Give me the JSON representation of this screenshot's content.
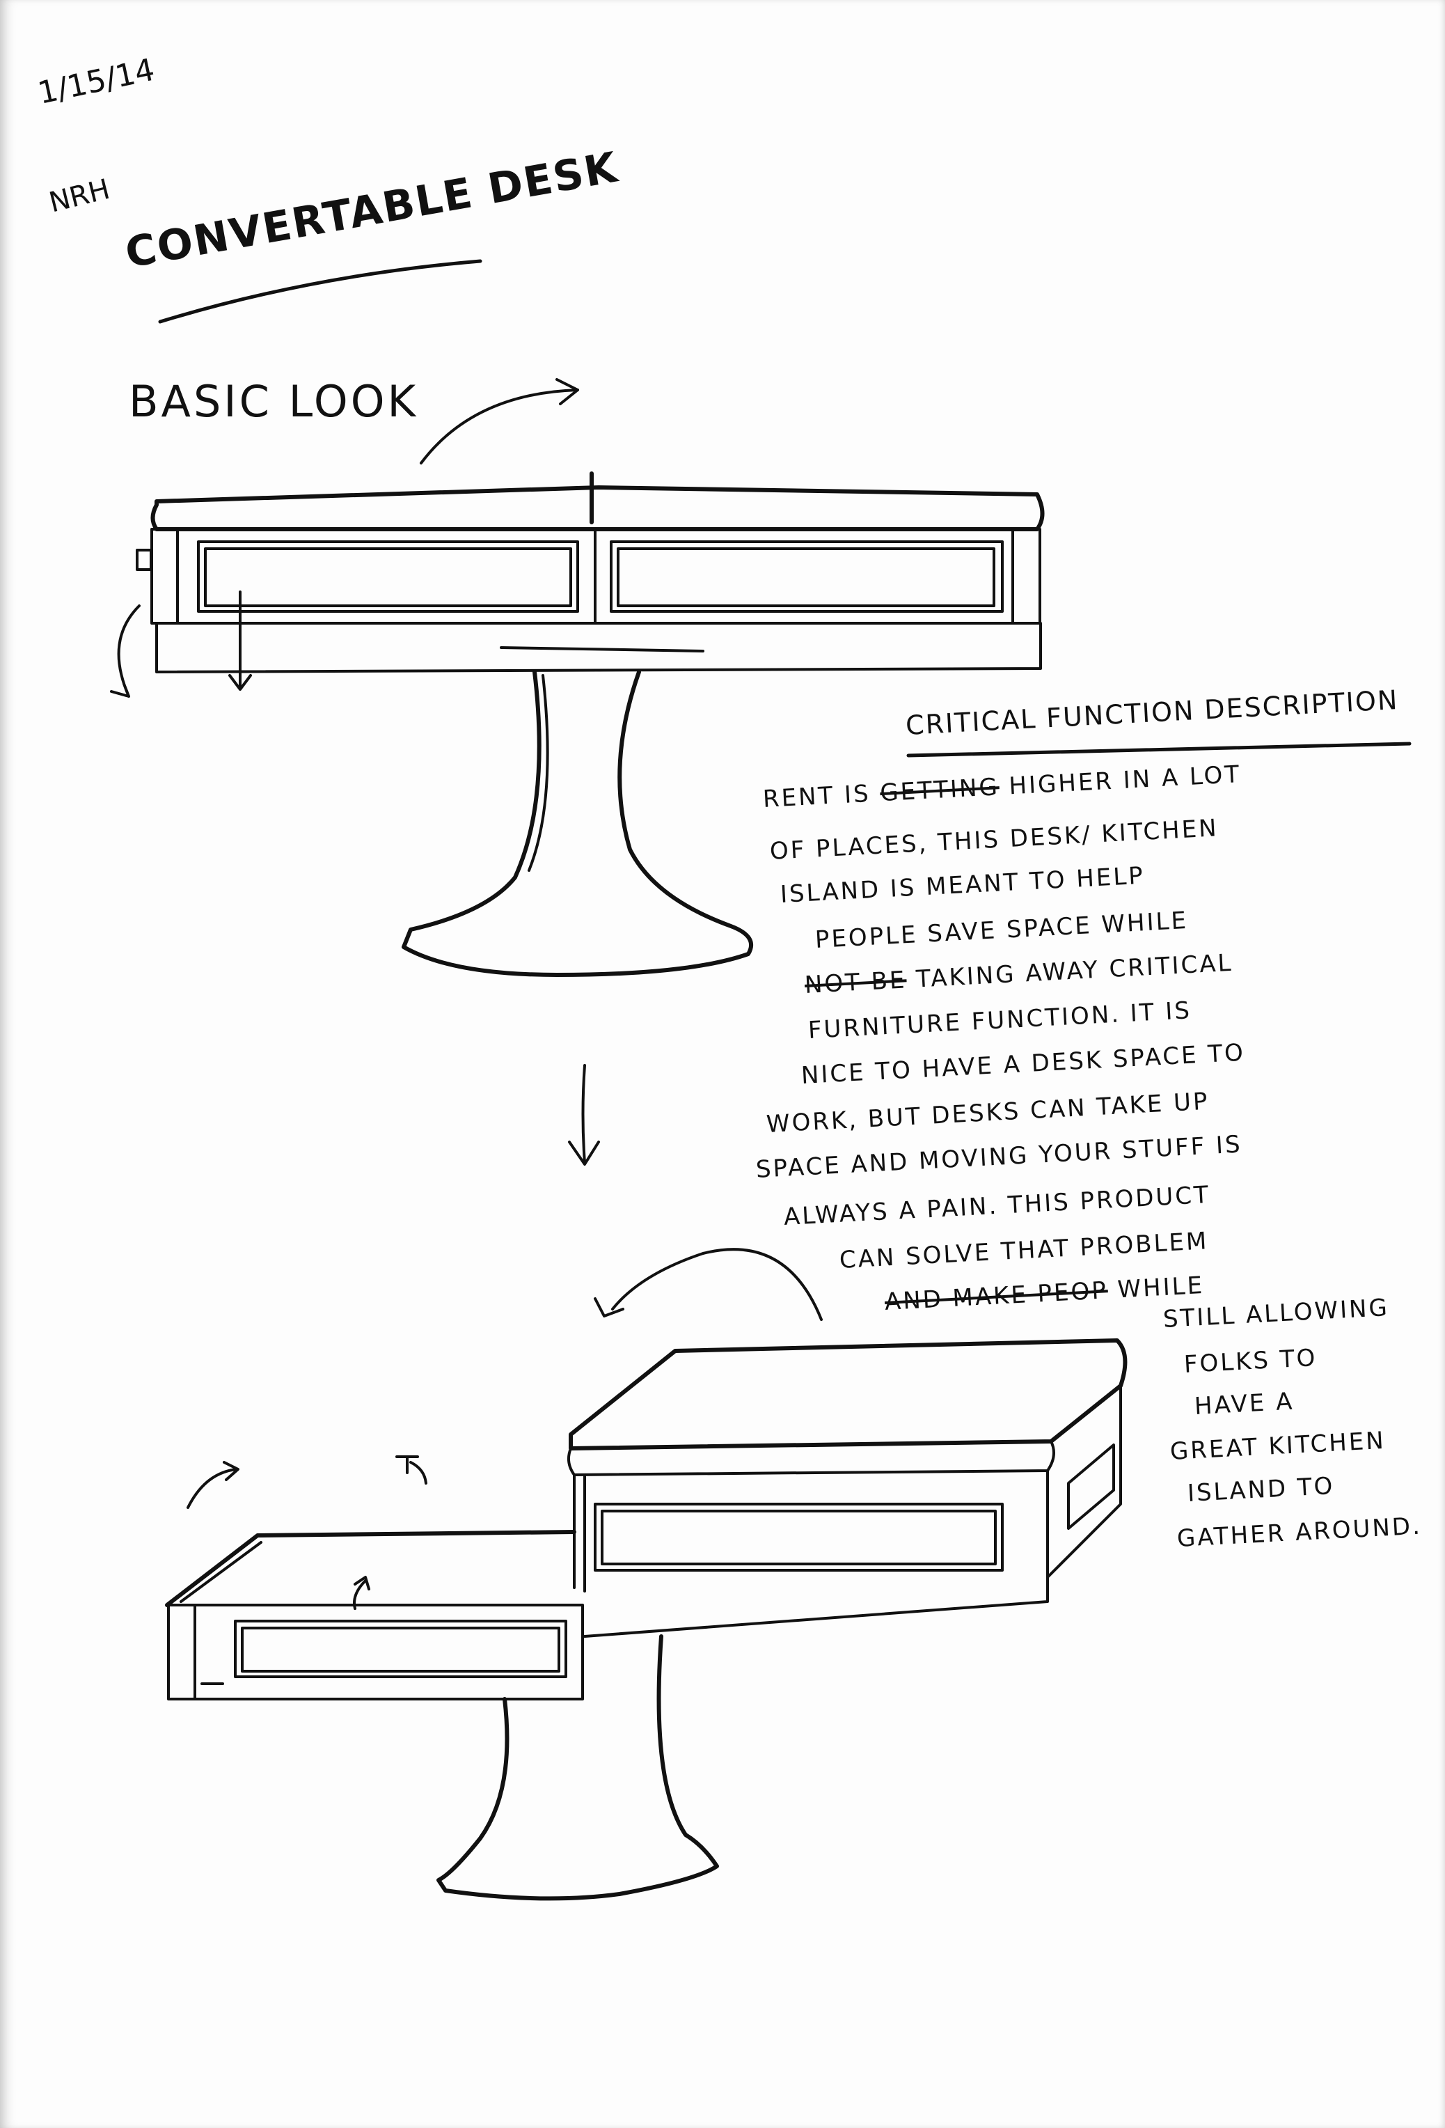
{
  "header": {
    "date": "1/15/14",
    "initials": "NRH"
  },
  "title": "Convertable Desk",
  "subtitle": "Basic Look",
  "section": {
    "heading": "Critical Function Description",
    "lines": [
      {
        "pre": "Rent is ",
        "struck": "getting",
        "post": " higher in a lot"
      },
      {
        "pre": "of places, this desk/ kitchen",
        "struck": "",
        "post": ""
      },
      {
        "pre": "island is meant to help",
        "struck": "",
        "post": ""
      },
      {
        "pre": "people save space while",
        "struck": "",
        "post": ""
      },
      {
        "pre": "",
        "struck": "not be",
        "post": " taking away critical"
      },
      {
        "pre": "furniture function. It is",
        "struck": "",
        "post": ""
      },
      {
        "pre": "nice to have a desk space to",
        "struck": "",
        "post": ""
      },
      {
        "pre": "work, but desks can take up",
        "struck": "",
        "post": ""
      },
      {
        "pre": "space and moving your stuff is",
        "struck": "",
        "post": ""
      },
      {
        "pre": "always a pain. This product",
        "struck": "",
        "post": ""
      },
      {
        "pre": "can solve that problem",
        "struck": "",
        "post": ""
      },
      {
        "pre": "",
        "struck": "and make peop",
        "post": " while"
      },
      {
        "pre": "still allowing",
        "struck": "",
        "post": ""
      },
      {
        "pre": "folks to",
        "struck": "",
        "post": ""
      },
      {
        "pre": "have a",
        "struck": "",
        "post": ""
      },
      {
        "pre": "great kitchen",
        "struck": "",
        "post": ""
      },
      {
        "pre": "island to",
        "struck": "",
        "post": ""
      },
      {
        "pre": "gather around.",
        "struck": "",
        "post": ""
      }
    ]
  }
}
